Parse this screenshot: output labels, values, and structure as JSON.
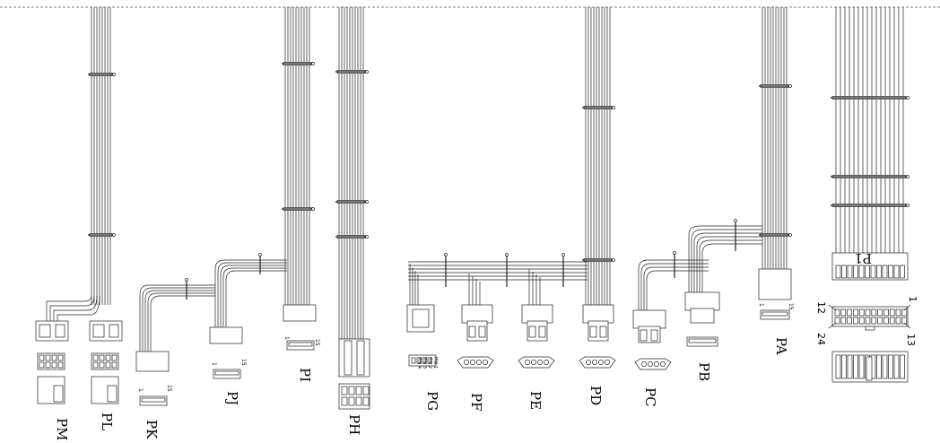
{
  "labels": {
    "pm": "PM",
    "pl": "PL",
    "pk": "PK",
    "pj": "PJ",
    "pi": "PI",
    "ph": "PH",
    "pg": "PG",
    "pf": "PF",
    "pe": "PE",
    "pd": "PD",
    "pc": "PC",
    "pb": "PB",
    "pa": "PA",
    "p1": "P1"
  },
  "pins": {
    "one": "1",
    "fifteen": "15",
    "twelve": "12",
    "thirteen": "13",
    "twentyfour": "24",
    "pg_pins": [
      "PIN 1",
      "PIN 2",
      "PIN 3",
      "PIN 4"
    ]
  }
}
